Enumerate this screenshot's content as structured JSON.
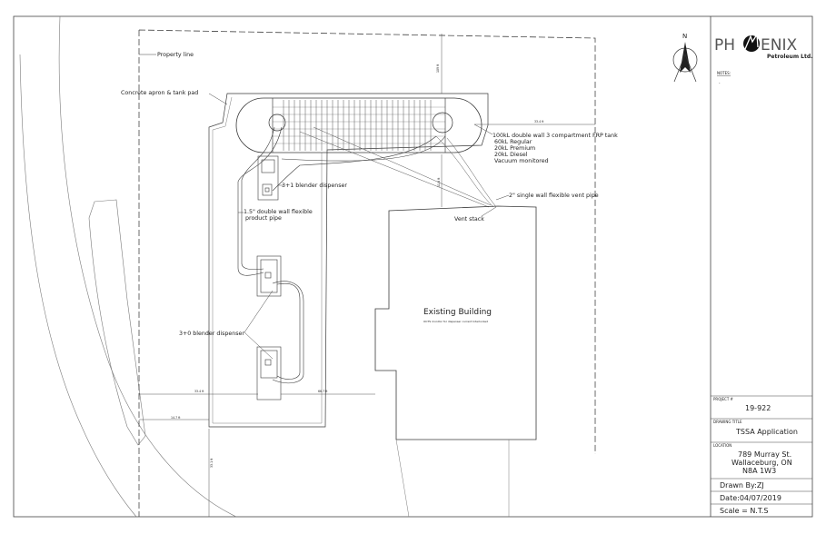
{
  "company": {
    "logo_text_left": "PH",
    "logo_text_right": "ENIX",
    "subtitle": "Petroleum Ltd."
  },
  "north_arrow": {
    "label": "N"
  },
  "notes": {
    "heading": "NOTES:",
    "body": "-"
  },
  "title_block": {
    "project_label": "PROJECT #",
    "project_value": "19-922",
    "drawing_title_label": "DRAWING TITLE",
    "drawing_title_value": "TSSA Application",
    "location_label": "LOCATION",
    "location_line1": "789 Murray St.",
    "location_line2": "Wallaceburg, ON",
    "location_line3": "N8A 1W3",
    "drawn_by": "Drawn By:ZJ",
    "date": "Date:04/07/2019",
    "scale": "Scale = N.T.S"
  },
  "annotations": {
    "property_line": "Property line",
    "concrete_apron": "Concrete apron & tank pad",
    "tank_line1": "100kL double wall 3 compartment FRP tank",
    "tank_line2": "60kL Regular",
    "tank_line3": "20kL Premium",
    "tank_line4": "20kL Diesel",
    "tank_line5": "Vacuum monitored",
    "blender_3_1": "3+1 blender dispenser",
    "product_pipe_line1": "1.5\" double wall flexible",
    "product_pipe_line2": "product pipe",
    "vent_pipe": "2\" single wall flexible vent pipe",
    "vent_stack": "Vent stack",
    "blender_3_0": "3+0 blender dispenser"
  },
  "building": {
    "title": "Existing Building",
    "subtitle": "OCTS monitor for dispenser current Interlocked"
  },
  "dimensions": {
    "top_vertical": "109 ft",
    "tank_right": "33.4 ft",
    "tank_to_building": "11.6 ft",
    "left_long": "33.4 ft",
    "right_long": "66.7 ft",
    "left_short": "14.7 ft",
    "bottom_vertical": "33.1 ft"
  },
  "colors": {
    "line": "#3a3a3a",
    "light_line": "#7a7a7a",
    "text": "#222222"
  }
}
